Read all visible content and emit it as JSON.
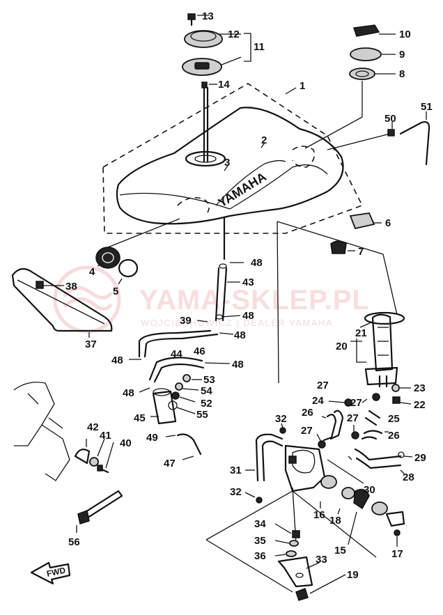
{
  "watermark": {
    "title": "YAMA-SKLEP.PL",
    "subtitle": "WOJCIECHOWICZ | DEALER YAMAHA"
  },
  "tank_brand": "YAMAHA",
  "fwd_label": "FWD",
  "colors": {
    "ink": "#111111",
    "watermark": "#f0b8b8",
    "background": "#ffffff"
  },
  "callouts": {
    "n1": "1",
    "n2": "2",
    "n3": "3",
    "n4": "4",
    "n5": "5",
    "n6": "6",
    "n7": "7",
    "n8": "8",
    "n9": "9",
    "n10": "10",
    "n11": "11",
    "n12": "12",
    "n13": "13",
    "n14": "14",
    "n15": "15",
    "n16": "16",
    "n17": "17",
    "n18": "18",
    "n19": "19",
    "n20": "20",
    "n21": "21",
    "n22": "22",
    "n23": "23",
    "n24": "24",
    "n25": "25",
    "n26a": "26",
    "n26b": "26",
    "n27a": "27",
    "n27b": "27",
    "n27c": "27",
    "n27d": "27",
    "n28": "28",
    "n29": "29",
    "n30": "30",
    "n31": "31",
    "n32a": "32",
    "n32b": "32",
    "n33": "33",
    "n34": "34",
    "n35": "35",
    "n36": "36",
    "n37": "37",
    "n38": "38",
    "n39": "39",
    "n40": "40",
    "n41": "41",
    "n42": "42",
    "n43": "43",
    "n44": "44",
    "n45": "45",
    "n46": "46",
    "n47": "47",
    "n48a": "48",
    "n48b": "48",
    "n48c": "48",
    "n48d": "48",
    "n48e": "48",
    "n48f": "48",
    "n49": "49",
    "n50": "50",
    "n51": "51",
    "n52": "52",
    "n53": "53",
    "n54": "54",
    "n55": "55",
    "n56": "56"
  }
}
